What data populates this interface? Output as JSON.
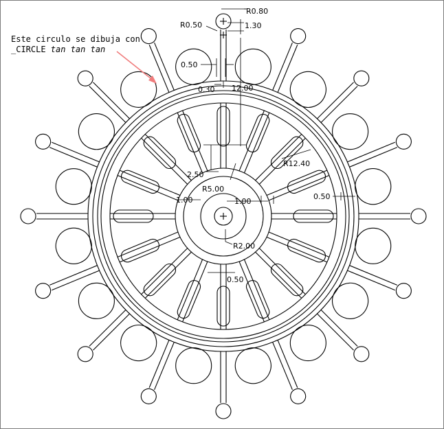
{
  "note": {
    "line1": "Este circulo se dibuja con",
    "line2_prefix": "_CIRCLE ",
    "line2_italic": "tan tan tan"
  },
  "dimensions": {
    "r080": "R0.80",
    "r050": "R0.50",
    "d130": "1.30",
    "d050_top": "0.50",
    "d030": "0.30",
    "d1200": "12.00",
    "r1240": "R12.40",
    "d250": "2.50",
    "r500": "R5.00",
    "d100_left": "1.00",
    "d100_right": "1.00",
    "d050_right": "0.50",
    "r200": "R2.00",
    "d050_bottom": "0.50"
  },
  "colors": {
    "arrow": "#f07c7c"
  }
}
